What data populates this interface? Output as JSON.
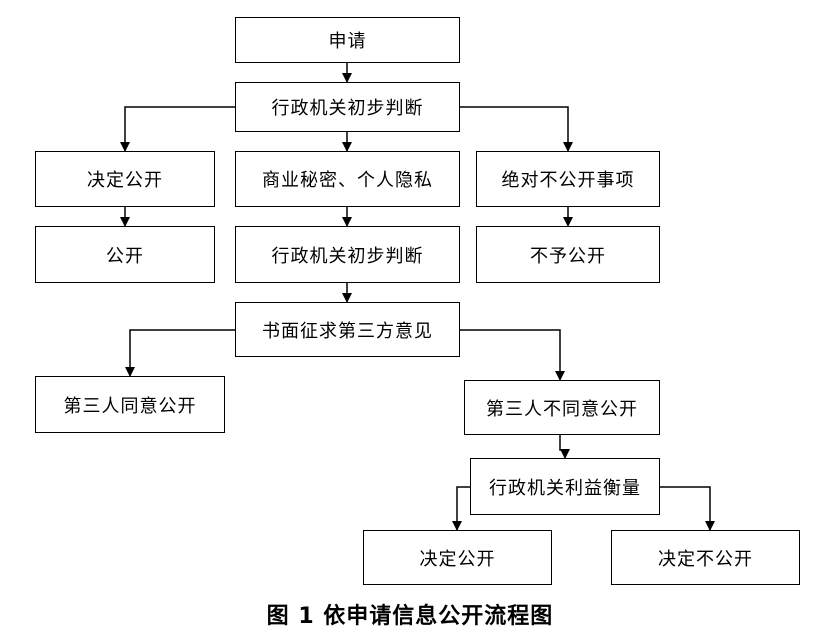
{
  "nodes": {
    "apply": "申请",
    "initial_judgment": "行政机关初步判断",
    "decide_open": "决定公开",
    "trade_secret_privacy": "商业秘密、个人隐私",
    "absolutely_not_open": "绝对不公开事项",
    "open": "公开",
    "initial_judgment_2": "行政机关初步判断",
    "not_disclosed": "不予公开",
    "solicit_opinion": "书面征求第三方意见",
    "third_party_agrees": "第三人同意公开",
    "third_party_disagrees": "第三人不同意公开",
    "interest_balance": "行政机关利益衡量",
    "final_decide_open": "决定公开",
    "final_decide_not_open": "决定不公开"
  },
  "caption": "图 1 依申请信息公开流程图"
}
